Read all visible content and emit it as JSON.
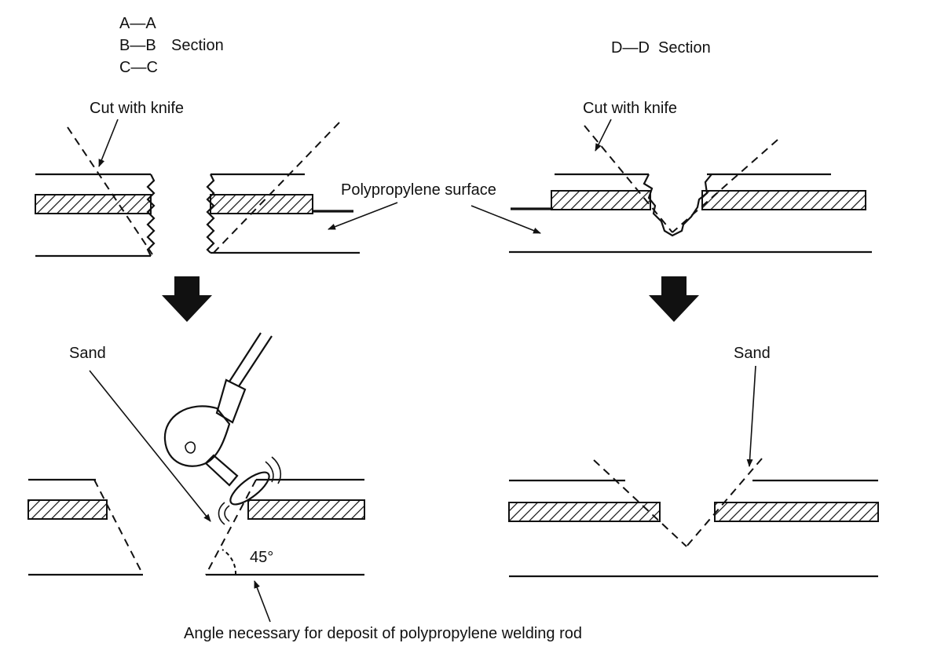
{
  "header_left": {
    "line1": "A—A",
    "line2": "B—B",
    "section_word": "Section",
    "line3": "C—C"
  },
  "header_right": {
    "title": "D—D  Section"
  },
  "labels": {
    "cut_knife_left": "Cut with knife",
    "cut_knife_right": "Cut with knife",
    "pp_surface": "Polypropylene surface",
    "sand_left": "Sand",
    "sand_right": "Sand",
    "angle_value": "45°",
    "angle_note": "Angle necessary for deposit of polypropylene welding rod"
  },
  "colors": {
    "ink": "#111111",
    "paper": "#ffffff"
  },
  "icons": {
    "down_arrow": "down-arrow-icon",
    "sander": "sander-icon"
  }
}
